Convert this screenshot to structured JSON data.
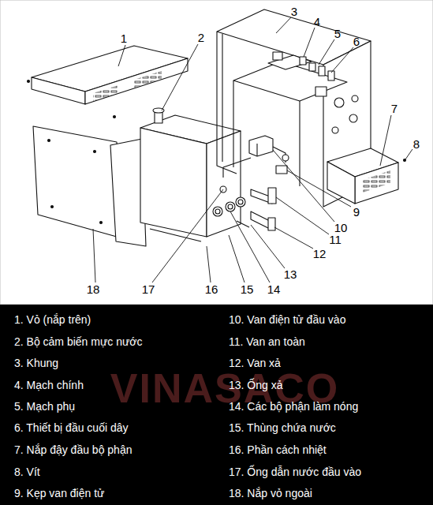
{
  "diagram": {
    "labels": [
      "1",
      "2",
      "3",
      "4",
      "5",
      "6",
      "7",
      "8",
      "9",
      "10",
      "11",
      "12",
      "13",
      "14",
      "15",
      "16",
      "17",
      "18",
      "1. Vỏ (nắp trên)",
      "2. Bộ cảm biến mực nước",
      "3. Khung",
      "4. Mạch chính",
      "5. Mạch phụ",
      "6. Thiết bị đầu cuối dây",
      "7. Nắp đậy đầu bộ phận",
      "8. Vít",
      "9. Kẹp van điện tử",
      "10. Van điện tử đầu vào",
      "11. Van an toàn",
      "12. Van xả",
      "13. Ống xả",
      "14. Các bộ phận làm nóng",
      "15. Thùng chứa nước",
      "16. Phần cách nhiệt",
      "17. Ống dẫn nước đầu vào",
      "18. Nắp vỏ ngoài",
      "VINASACO"
    ]
  }
}
